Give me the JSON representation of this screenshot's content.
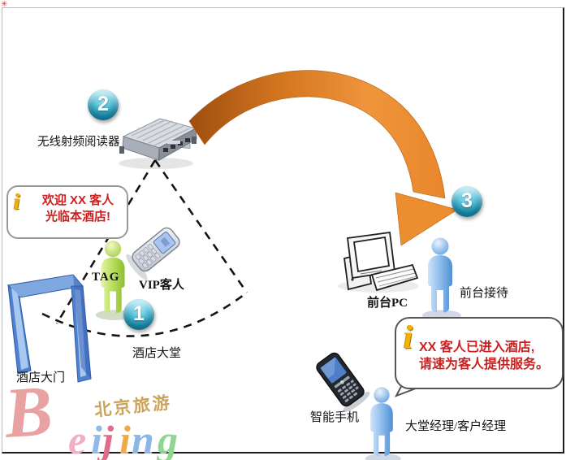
{
  "corner_mark": "✳",
  "steps": {
    "one": "1",
    "two": "2",
    "three": "3"
  },
  "reader": {
    "label": "无线射频阅读器"
  },
  "guest": {
    "tag": "TAG",
    "phone": "VIP客人"
  },
  "zone": {
    "lobby": "酒店大堂",
    "door": "酒店大门"
  },
  "frontdesk": {
    "pc": "前台PC",
    "person": "前台接待"
  },
  "mobile": {
    "phone": "智能手机",
    "person": "大堂经理/客户经理"
  },
  "callouts": {
    "welcome": {
      "icon": "i",
      "line1": "欢迎 XX 客人",
      "line2": "光临本酒店!"
    },
    "alert": {
      "icon": "i",
      "line1": "XX 客人已进入酒店,",
      "line2": "请速为客人提供服务。"
    }
  },
  "logo": {
    "letters": [
      "B",
      "e",
      "i",
      "j",
      "i",
      "n",
      "g"
    ],
    "tagline": "北京旅游"
  },
  "colors": {
    "badge_teal": "#2aa9c9",
    "arrow_orange": "#e8862a",
    "alert_red": "#cc2020",
    "info_gold": "#f5b301",
    "door_blue": "#5b8fd6",
    "person_green": "#9ccb3b",
    "person_blue": "#5b9bd5",
    "logo_gold": "#cba45c"
  }
}
